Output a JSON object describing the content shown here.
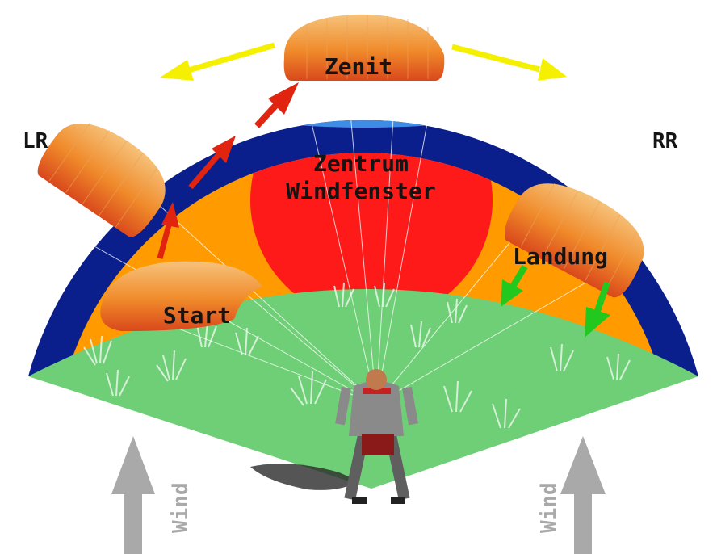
{
  "labels": {
    "zenith": "Zenit",
    "center_line1": "Zentrum",
    "center_line2": "Windfenster",
    "left_edge": "LR",
    "right_edge": "RR",
    "landing": "Landung",
    "start": "Start",
    "wind_left": "Wind",
    "wind_right": "Wind"
  },
  "colors": {
    "edge_zone": "#0a1f8c",
    "zenith_zone": "#3f8ce6",
    "power_zone": "#ff9a00",
    "center_zone": "#ff1a1a",
    "ground": "#6fcf76",
    "climb_arrows": "#e0240f",
    "turn_arrows": "#f4f000",
    "landing_arrows": "#22c81d",
    "wind_arrows": "#a9a9a9",
    "canopy": "#f08a2a"
  }
}
